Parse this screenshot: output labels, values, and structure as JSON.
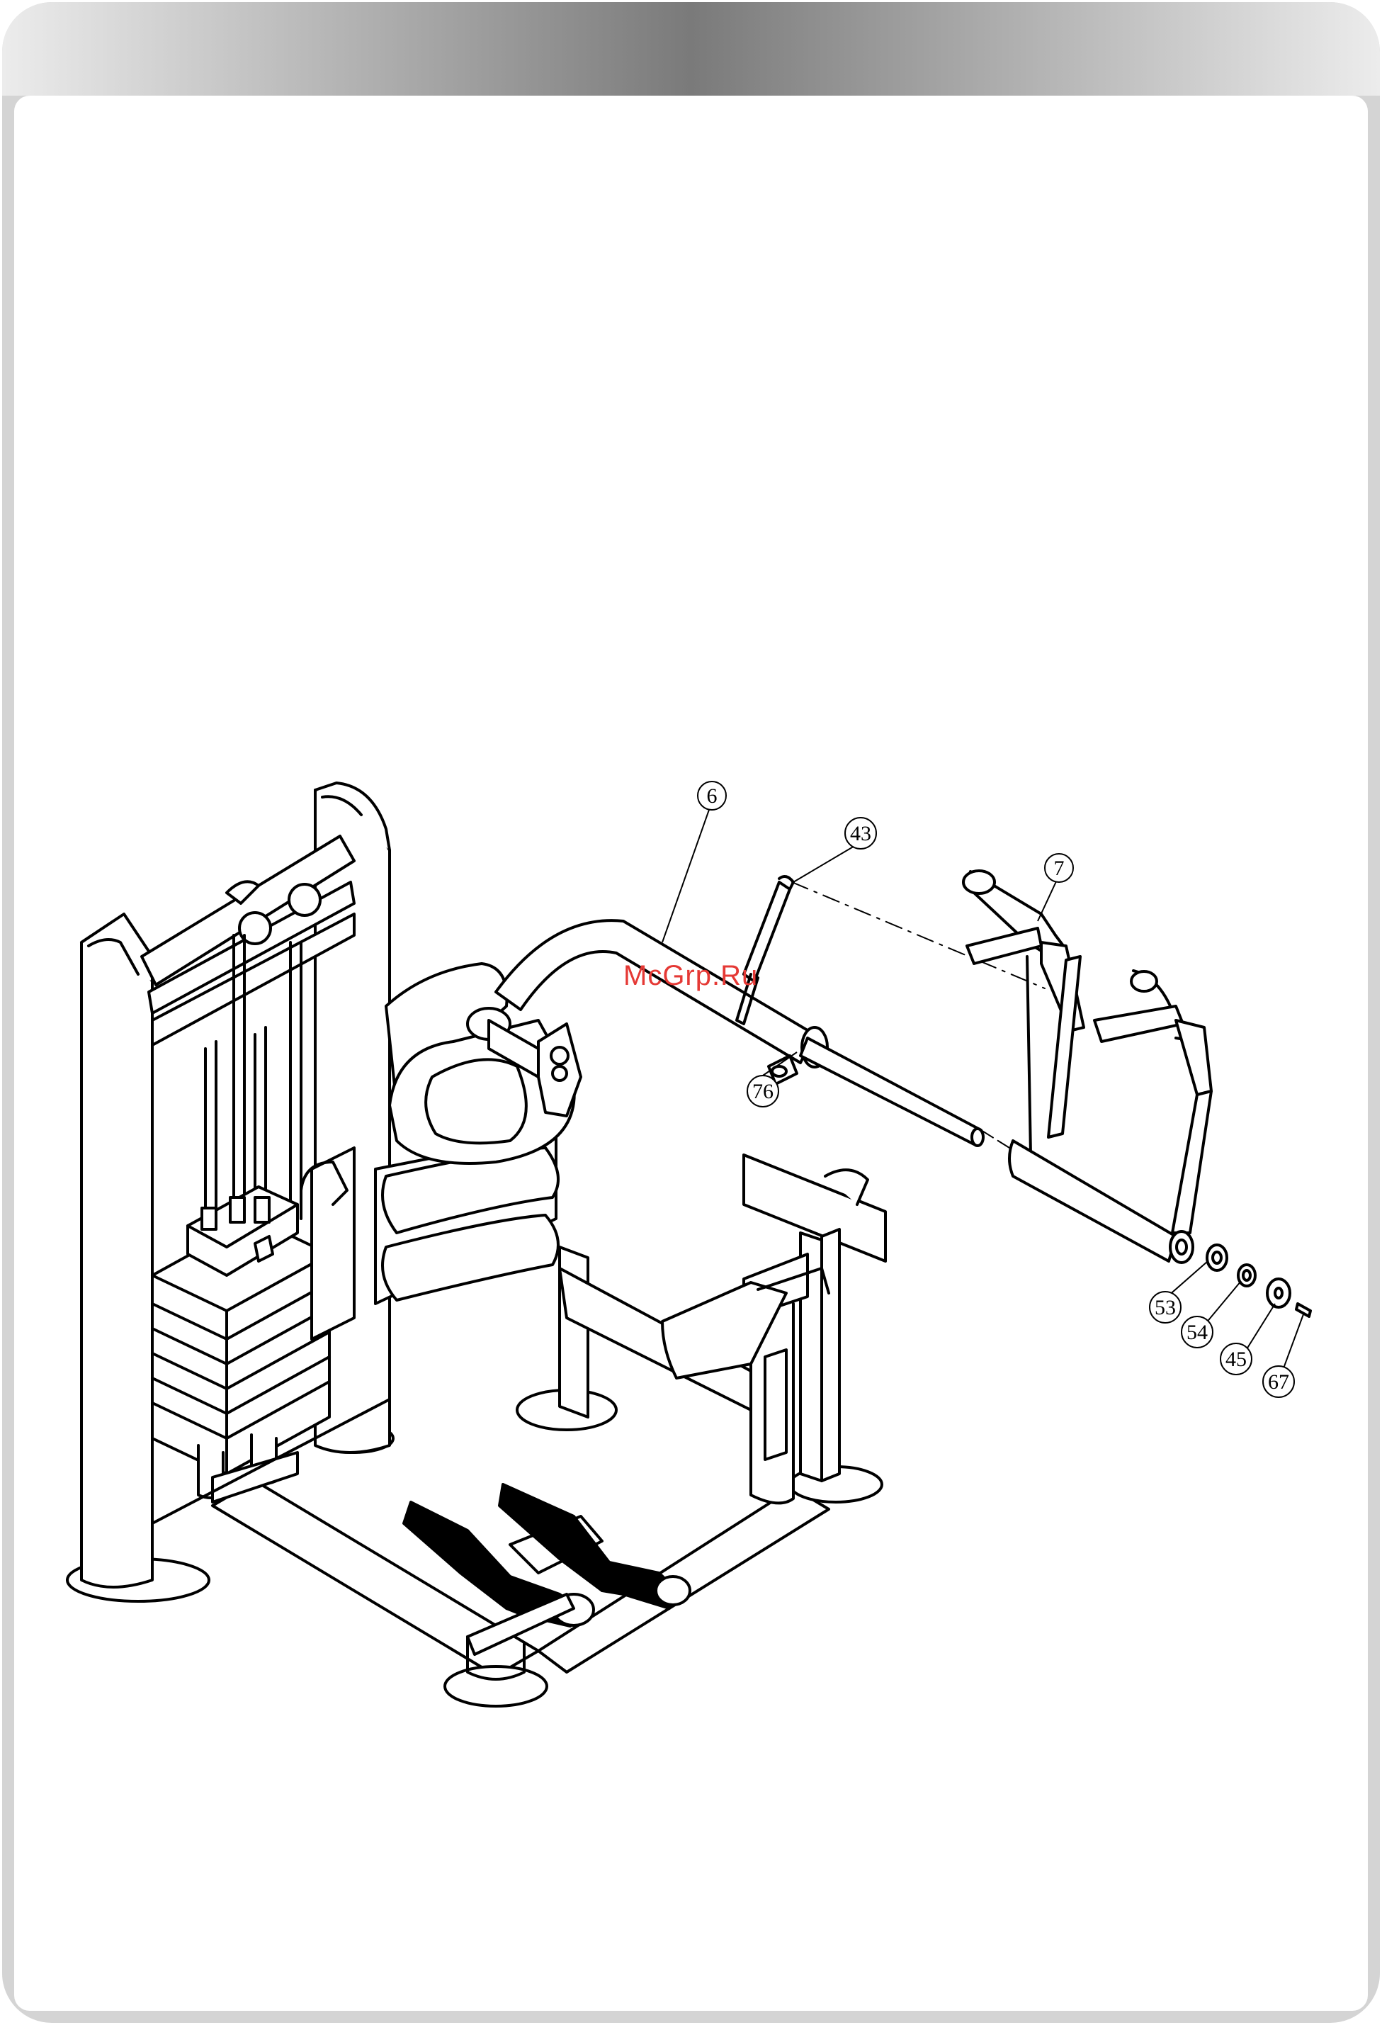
{
  "diagram": {
    "part_labels": [
      {
        "id": "6",
        "label": "6"
      },
      {
        "id": "43",
        "label": "43"
      },
      {
        "id": "7",
        "label": "7"
      },
      {
        "id": "76",
        "label": "76"
      },
      {
        "id": "53",
        "label": "53"
      },
      {
        "id": "54",
        "label": "54"
      },
      {
        "id": "45",
        "label": "45"
      },
      {
        "id": "67",
        "label": "67"
      }
    ]
  },
  "watermark": {
    "text": "McGrp.Ru",
    "color": "#e53935"
  },
  "colors": {
    "header_bar": "#7d7d7d",
    "frame_border": "#d0d0d0",
    "line": "#000000"
  }
}
